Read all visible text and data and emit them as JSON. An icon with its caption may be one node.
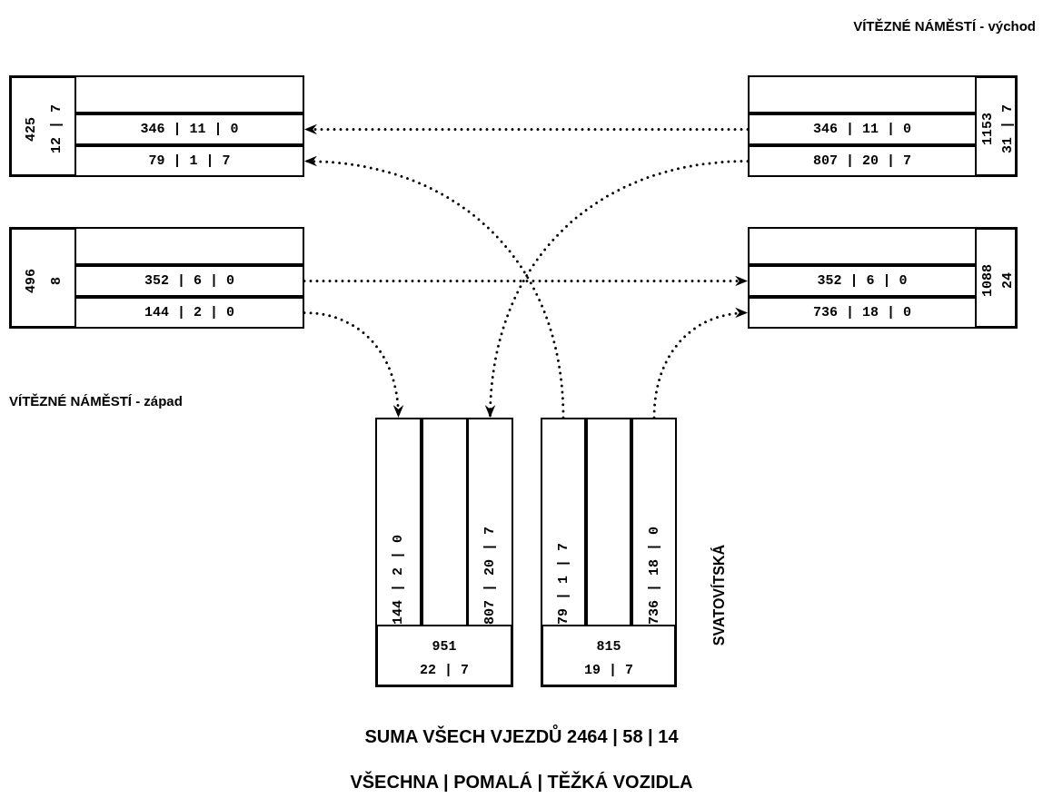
{
  "diagram": {
    "nodes": [
      {
        "text": [
          "425",
          "12 | 7"
        ]
      },
      {
        "text": [],
        "shape": "box",
        "in": 0
      },
      {
        "text": [
          "346 | 11 | 0"
        ],
        "in": 0
      },
      {
        "text": [
          "79 | 1 | 7"
        ],
        "in": 0
      },
      {
        "text": [
          "1153",
          "31 | 7"
        ]
      },
      {
        "text": [],
        "shape": "box",
        "in": 4
      },
      {
        "text": [
          "346 | 11 | 0"
        ],
        "in": 4
      },
      {
        "text": [
          "807 | 20 | 7"
        ],
        "in": 4
      },
      {
        "text": [
          "496",
          "8"
        ]
      },
      {
        "text": [],
        "shape": "box",
        "in": 8
      },
      {
        "text": [
          "352 | 6 | 0"
        ],
        "in": 8
      },
      {
        "text": [
          "144 | 2 | 0"
        ],
        "in": 8
      },
      {
        "text": [
          "1088",
          "24"
        ]
      },
      {
        "text": [],
        "shape": "box",
        "in": 12
      },
      {
        "text": [
          "352 | 6 | 0"
        ],
        "in": 12
      },
      {
        "text": [
          "736 | 18 | 0"
        ],
        "in": 12
      },
      {
        "text": [
          "951",
          "22 | 7"
        ]
      },
      {
        "text": [
          "144 | 2 | 0"
        ],
        "in": 16
      },
      {
        "text": [],
        "shape": "box",
        "in": 16
      },
      {
        "text": [
          "807 | 20 | 7"
        ],
        "in": 16
      },
      {
        "text": [
          "815",
          "19 | 7"
        ]
      },
      {
        "text": [
          "79 | 1 | 7"
        ],
        "in": 20
      },
      {
        "text": [],
        "shape": "box",
        "in": 20
      },
      {
        "text": [
          "736 | 18 | 0"
        ],
        "in": 20
      }
    ],
    "edges": [
      {
        "from": 6,
        "to": 2,
        "arrow": "to"
      },
      {
        "from": 21,
        "to": 3,
        "arrow": "to"
      },
      {
        "from": 10,
        "to": 14,
        "arrow": "to"
      },
      {
        "from": 11,
        "to": 17,
        "arrow": "to"
      },
      {
        "from": 7,
        "to": 19,
        "arrow": "to"
      },
      {
        "from": 23,
        "to": 15,
        "arrow": "to"
      }
    ],
    "labels": [
      "VÍTĚZNÉ NÁMĚSTÍ - východ",
      "VÍTĚZNÉ NÁMĚSTÍ - západ",
      "SVATOVÍTSKÁ",
      "SUMA VŠECH VJEZDŮ 2464 | 58 | 14",
      "VŠECHNA | POMALÁ | TĚŽKÁ VOZIDLA"
    ]
  }
}
